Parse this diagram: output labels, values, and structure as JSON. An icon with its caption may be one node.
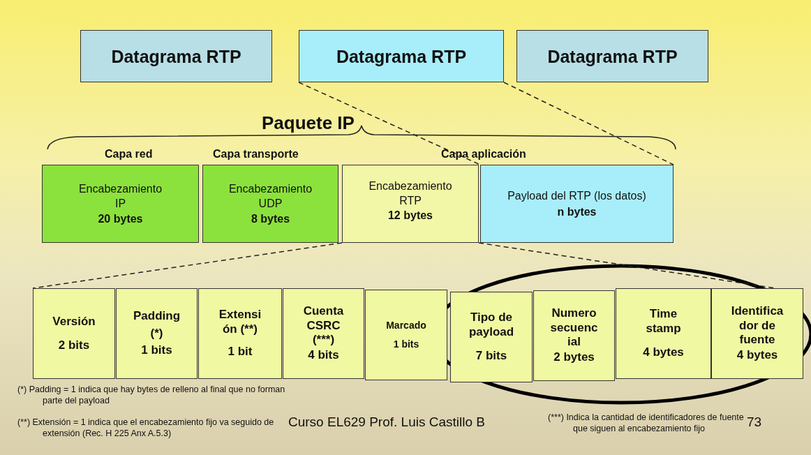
{
  "diagram": {
    "nodes": [
      {
        "text": [
          "Datagrama  RTP"
        ]
      },
      {
        "text": [
          "Datagrama  RTP"
        ]
      },
      {
        "text": [
          "Datagrama  RTP"
        ]
      },
      {
        "text": [
          "Encabezamiento",
          "IP",
          "20 bytes"
        ]
      },
      {
        "text": [
          "Encabezamiento",
          "UDP",
          "8 bytes"
        ]
      },
      {
        "text": [
          "Encabezamiento",
          "RTP",
          "12 bytes"
        ]
      },
      {
        "text": [
          "Payload del RTP  (los datos)",
          "n bytes"
        ]
      },
      {
        "text": [
          "Versión",
          "2 bits"
        ]
      },
      {
        "text": [
          "Padding",
          "(*)",
          "1 bits"
        ]
      },
      {
        "text": [
          "Extensi ón (**)",
          "1 bit"
        ]
      },
      {
        "text": [
          "Cuenta CSRC (***)",
          "4 bits"
        ]
      },
      {
        "text": [
          "Marcado",
          "1 bits"
        ]
      },
      {
        "text": [
          "Tipo de payload",
          "7 bits"
        ]
      },
      {
        "text": [
          "Numero secuenc ial",
          "2 bytes"
        ]
      },
      {
        "text": [
          "Time stamp",
          "4  bytes"
        ]
      },
      {
        "text": [
          "Identifica dor de fuente",
          "4 bytes"
        ]
      }
    ],
    "edges": [
      {
        "from": 1,
        "to": 6,
        "arrow": "none",
        "style": "dashed"
      },
      {
        "from": 1,
        "to": 6,
        "arrow": "none",
        "style": "dashed"
      },
      {
        "from": 5,
        "to": 7,
        "arrow": "none",
        "style": "dashed"
      },
      {
        "from": 5,
        "to": 15,
        "arrow": "none",
        "style": "dashed"
      }
    ],
    "labels": [
      "Paquete IP",
      "Capa red",
      "Capa transporte",
      "Capa aplicación",
      "(*) Padding = 1 indica que hay bytes de relleno al final que no forman parte del payload",
      "(**) Extensión = 1 indica que el encabezamiento fijo va seguido de extensión (Rec. H 225 Anx A.5.3)",
      "Curso EL629  Prof. Luis Castillo B",
      "(***) Indica la cantidad de identificadores de fuente que siguen al encabezamiento fijo",
      "73"
    ]
  }
}
